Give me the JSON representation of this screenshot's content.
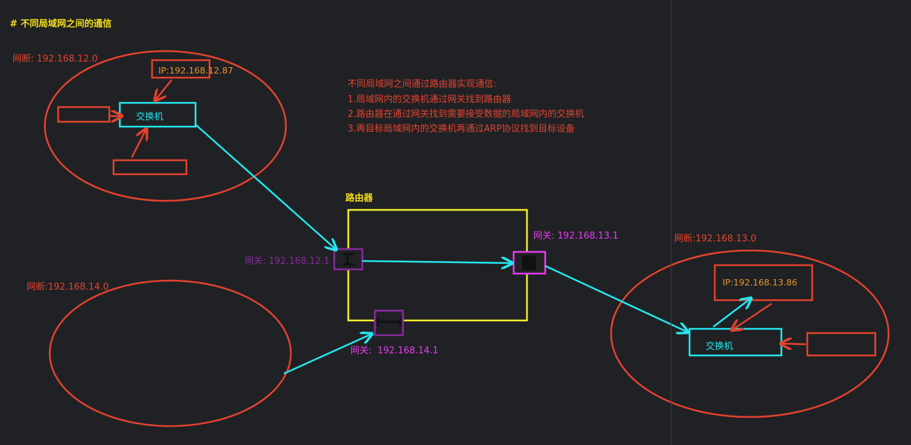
{
  "colors": {
    "background": "#202124",
    "red": "#e4432f",
    "cyan": "#23e7ef",
    "yellow": "#f4ef2a",
    "magenta": "#e53cf0",
    "purple": "#8a2aa0",
    "orange": "#e8932c",
    "text_heading": "#f2df1d"
  },
  "heading": "# 不同局域网之间的通信",
  "segments": {
    "left_top": {
      "label": "网断: 192.168.12.0",
      "ip": "IP:192.168.12.87",
      "switch": "交换机"
    },
    "left_bottom": {
      "label": "网断:192.168.14.0"
    },
    "right": {
      "label": "网断:192.168.13.0",
      "ip": "IP:192.168.13.86",
      "switch": "交换机"
    }
  },
  "router": {
    "title": "路由器",
    "gateway_12": "网关: 192.168.12.1",
    "gateway_13": "网关: 192.168.13.1",
    "gateway_14": "网关:  192.168.14.1",
    "port_icons": [
      "router-port-left-icon",
      "router-port-right-icon",
      "router-port-bottom-icon"
    ]
  },
  "notes": {
    "lines": [
      "不同局域网之间通过路由器实现通信:",
      "1.局域网内的交换机通过网关找到路由器",
      "2.路由器在通过网关找到需要接受数据的局域网内的交换机",
      "3.再目标局域网内的交换机再通过ARP协议找到目标设备"
    ]
  }
}
